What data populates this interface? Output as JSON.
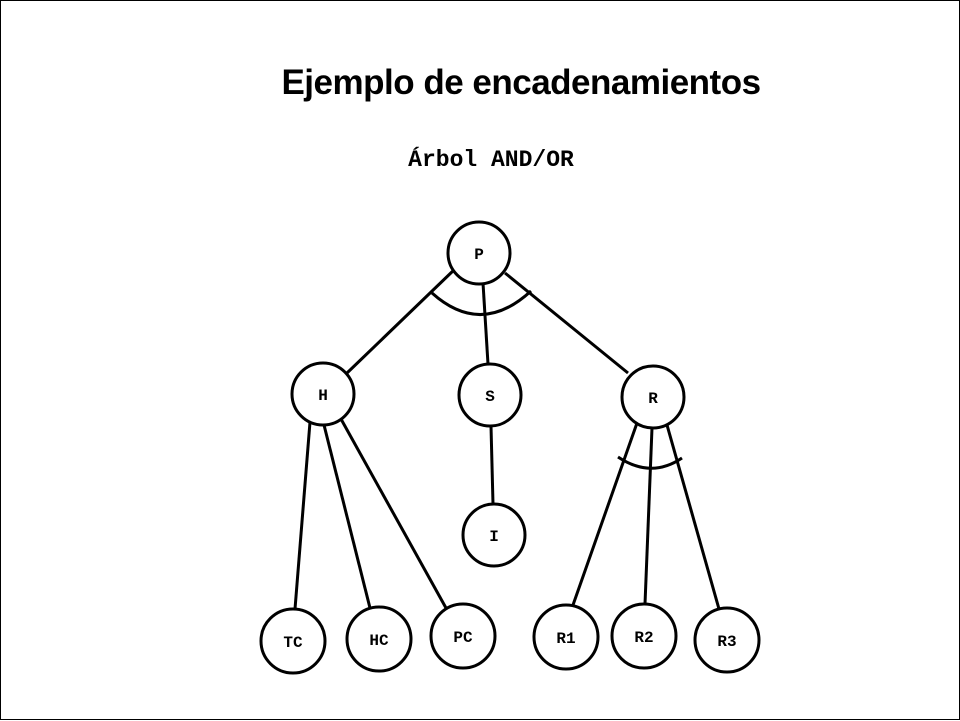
{
  "slide": {
    "title": "Ejemplo de encadenamientos",
    "subtitle": "Árbol AND/OR"
  },
  "tree": {
    "nodes": [
      {
        "id": "P",
        "label": "P"
      },
      {
        "id": "H",
        "label": "H"
      },
      {
        "id": "S",
        "label": "S"
      },
      {
        "id": "R",
        "label": "R"
      },
      {
        "id": "I",
        "label": "I"
      },
      {
        "id": "TC",
        "label": "TC"
      },
      {
        "id": "HC",
        "label": "HC"
      },
      {
        "id": "PC",
        "label": "PC"
      },
      {
        "id": "R1",
        "label": "R1"
      },
      {
        "id": "R2",
        "label": "R2"
      },
      {
        "id": "R3",
        "label": "R3"
      }
    ],
    "edges": [
      {
        "from": "P",
        "to": "H"
      },
      {
        "from": "P",
        "to": "S"
      },
      {
        "from": "P",
        "to": "R"
      },
      {
        "from": "S",
        "to": "I"
      },
      {
        "from": "H",
        "to": "TC"
      },
      {
        "from": "H",
        "to": "HC"
      },
      {
        "from": "H",
        "to": "PC"
      },
      {
        "from": "R",
        "to": "R1"
      },
      {
        "from": "R",
        "to": "R2"
      },
      {
        "from": "R",
        "to": "R3"
      }
    ],
    "and_groups": [
      {
        "parent": "P",
        "children": [
          "H",
          "S",
          "R"
        ]
      },
      {
        "parent": "R",
        "children": [
          "R1",
          "R2",
          "R3"
        ]
      }
    ]
  }
}
